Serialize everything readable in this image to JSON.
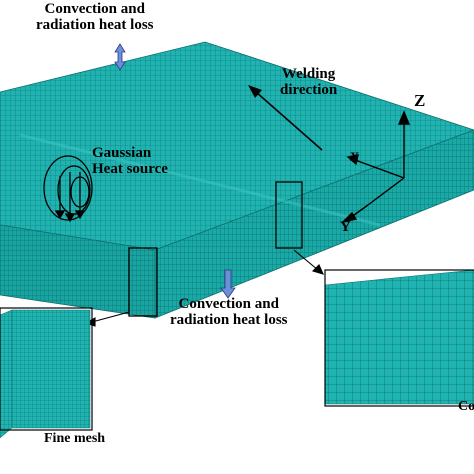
{
  "labels": {
    "top_heat_loss": [
      "Convection and",
      "radiation heat loss"
    ],
    "bottom_heat_loss": [
      "Convection and",
      "radiation heat loss"
    ],
    "welding_direction": [
      "Welding",
      "direction"
    ],
    "heat_source": [
      "Gaussian",
      "Heat source"
    ],
    "fine_mesh": "Fine mesh",
    "coarse_mesh_partial": "Co",
    "axis_z": "Z",
    "axis_y": "Y",
    "axis_x": "X"
  },
  "colors": {
    "mesh_fill": "#1fb4b1",
    "mesh_fill_dark": "#16a29f",
    "mesh_line": "#0d6e6c",
    "arrow_blue": "#6b8fd8",
    "arrow_outline": "#2b3a80",
    "text": "#000000"
  }
}
